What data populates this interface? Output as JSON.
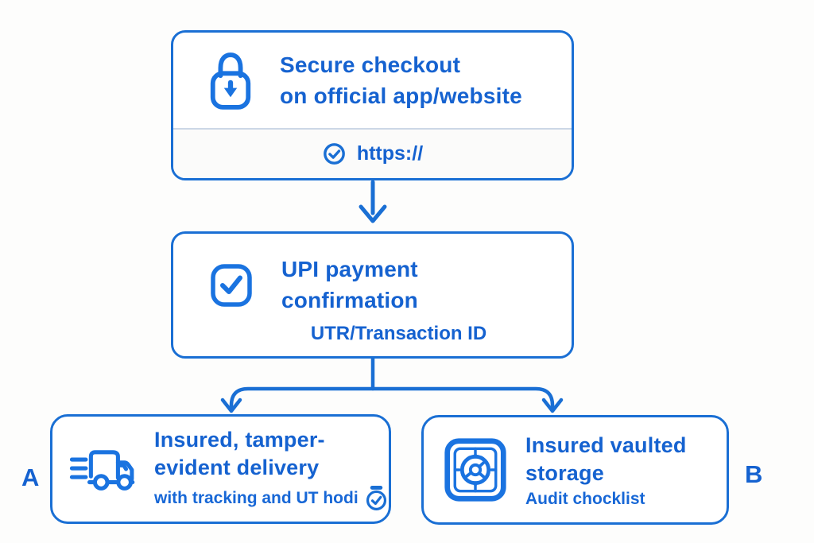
{
  "colors": {
    "stroke_blue": "#1a6fd4",
    "text_blue": "#1562d0",
    "divider_gray": "#ccd7e6",
    "background": "#fdfdfc"
  },
  "diagram": {
    "step1": {
      "icon": "lock-download-icon",
      "title_line1": "Secure checkout",
      "title_line2": "on official app/website",
      "footer_icon": "check-circle-icon",
      "footer_text": "https://"
    },
    "step2": {
      "icon": "checkbox-checked-icon",
      "title_line1": "UPI payment",
      "title_line2": "confirmation",
      "subtitle": "UTR/Transaction ID"
    },
    "branch_a": {
      "side_label": "A",
      "icon": "delivery-truck-icon",
      "title_line1": "Insured, tamper-",
      "title_line2": "evident delivery",
      "subtitle": "with tracking and UT hodi",
      "subtitle_icon": "stopwatch-check-icon"
    },
    "branch_b": {
      "side_label": "B",
      "icon": "vault-safe-icon",
      "title_line1": "Insured vaulted",
      "title_line2": "storage",
      "subtitle": "Audit chocklist"
    }
  }
}
